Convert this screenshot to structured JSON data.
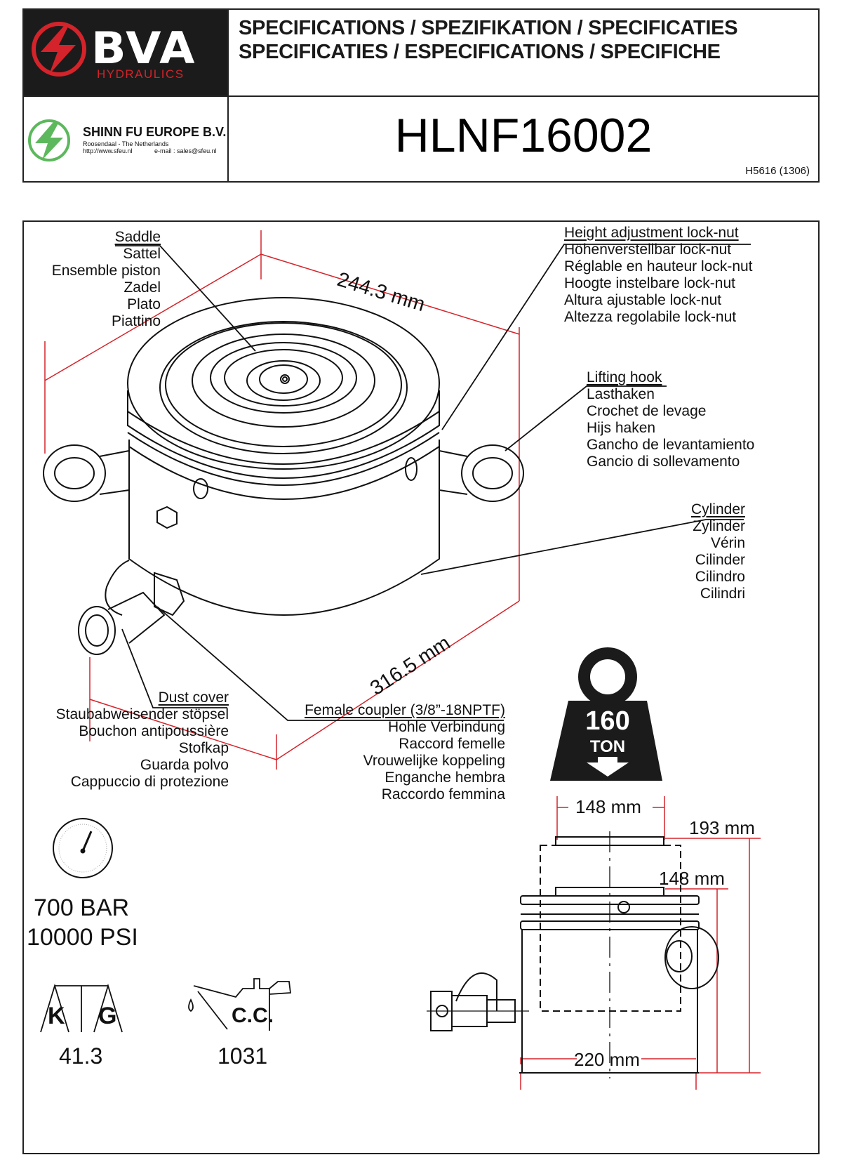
{
  "header": {
    "brand": "BVA",
    "brand_sub": "HYDRAULICS",
    "titles": [
      "SPECIFICATIONS / SPEZIFIKATION / SPECIFICATIES",
      "SPECIFICATIES / ESPECIFICATIONS / SPECIFICHE"
    ],
    "distributor": {
      "name": "SHINN FU EUROPE B.V.",
      "location": "Roosendaal - The Netherlands",
      "website": "http://www.sfeu.nl",
      "email": "e-mail : sales@sfeu.nl"
    },
    "model": "HLNF16002",
    "doc_code": "H5616 (1306)"
  },
  "colors": {
    "brand_red": "#d4232a",
    "distributor_green": "#5cb85c",
    "dimension_red": "#d4232a",
    "logo_bg": "#1b1b1b"
  },
  "labels": {
    "saddle": {
      "head": "Saddle",
      "lines": [
        "Sattel",
        "Ensemble piston",
        "Zadel",
        "Plato",
        "Piattino"
      ]
    },
    "lock_nut": {
      "head": "Height adjustment lock-nut",
      "lines": [
        "Höhenverstellbar lock-nut",
        "Réglable en hauteur lock-nut",
        "Hoogte instelbare lock-nut",
        "Altura ajustable lock-nut",
        "Altezza regolabile lock-nut"
      ]
    },
    "lifting_hook": {
      "head": "Lifting hook",
      "lines": [
        "Lasthaken",
        "Crochet de levage",
        "Hijs haken",
        "Gancho de levantamiento",
        "Gancio di sollevamento"
      ]
    },
    "cylinder": {
      "head": "Cylinder",
      "lines": [
        "Zylinder",
        "Vérin",
        "Cilinder",
        "Cilindro",
        "Cilindri"
      ]
    },
    "dust_cover": {
      "head": "Dust cover",
      "lines": [
        "Staubabweisender stöpsel",
        "Bouchon antipoussière",
        "Stofkap",
        "Guarda polvo",
        "Cappuccio di protezione"
      ]
    },
    "coupler": {
      "head": "Female coupler (3/8”-18NPTF)",
      "lines": [
        "Hohle Verbindung",
        "Raccord femelle",
        "Vrouwelijke koppeling",
        "Enganche hembra",
        "Raccordo femmina"
      ]
    }
  },
  "dimensions": {
    "top_depth": "244.3 mm",
    "base_diag": "316.5 mm",
    "saddle_width": "148 mm",
    "max_height": "193 mm",
    "closed_height": "148 mm",
    "base_width": "220 mm"
  },
  "specs": {
    "capacity_value": "160",
    "capacity_unit": "TON",
    "pressure_bar": "700 BAR",
    "pressure_psi": "10000 PSI",
    "weight_letters": [
      "K",
      "G"
    ],
    "weight": "41.3",
    "oil_label": "C.C.",
    "oil_capacity": "1031"
  }
}
